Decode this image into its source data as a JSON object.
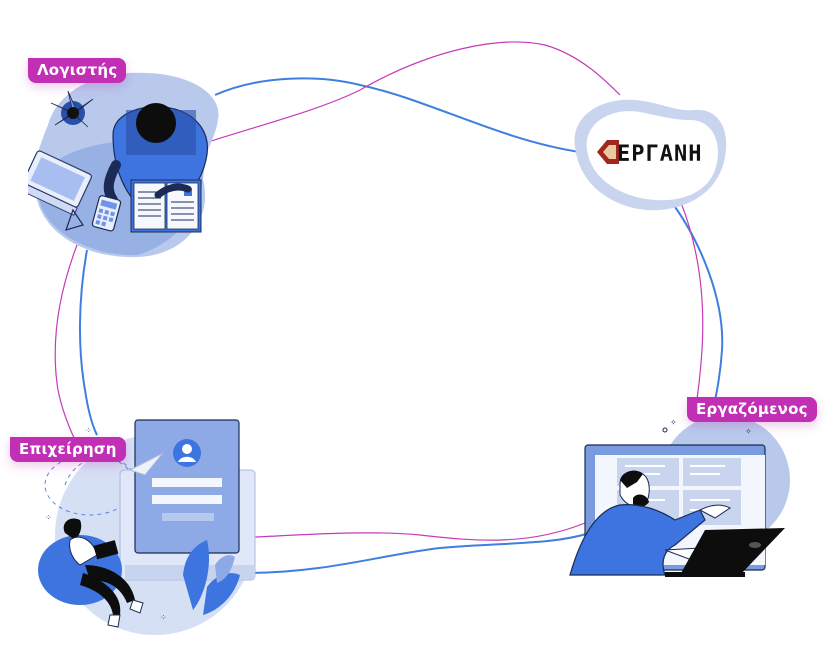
{
  "nodes": {
    "accountant": {
      "label": "Λογιστής"
    },
    "ergani": {
      "logo_text": "ΕΡΓΑΝΗ"
    },
    "business": {
      "label": "Επιχείρηση"
    },
    "employee": {
      "label": "Εργαζόμενος"
    }
  },
  "colors": {
    "tag": "#c12fb5",
    "blue_line": "#3f7fe0",
    "pink_line": "#c63bb8",
    "blob": "#b9c9ec",
    "blob_dark": "#8aa6e2",
    "figure_blue": "#3d74e0"
  }
}
